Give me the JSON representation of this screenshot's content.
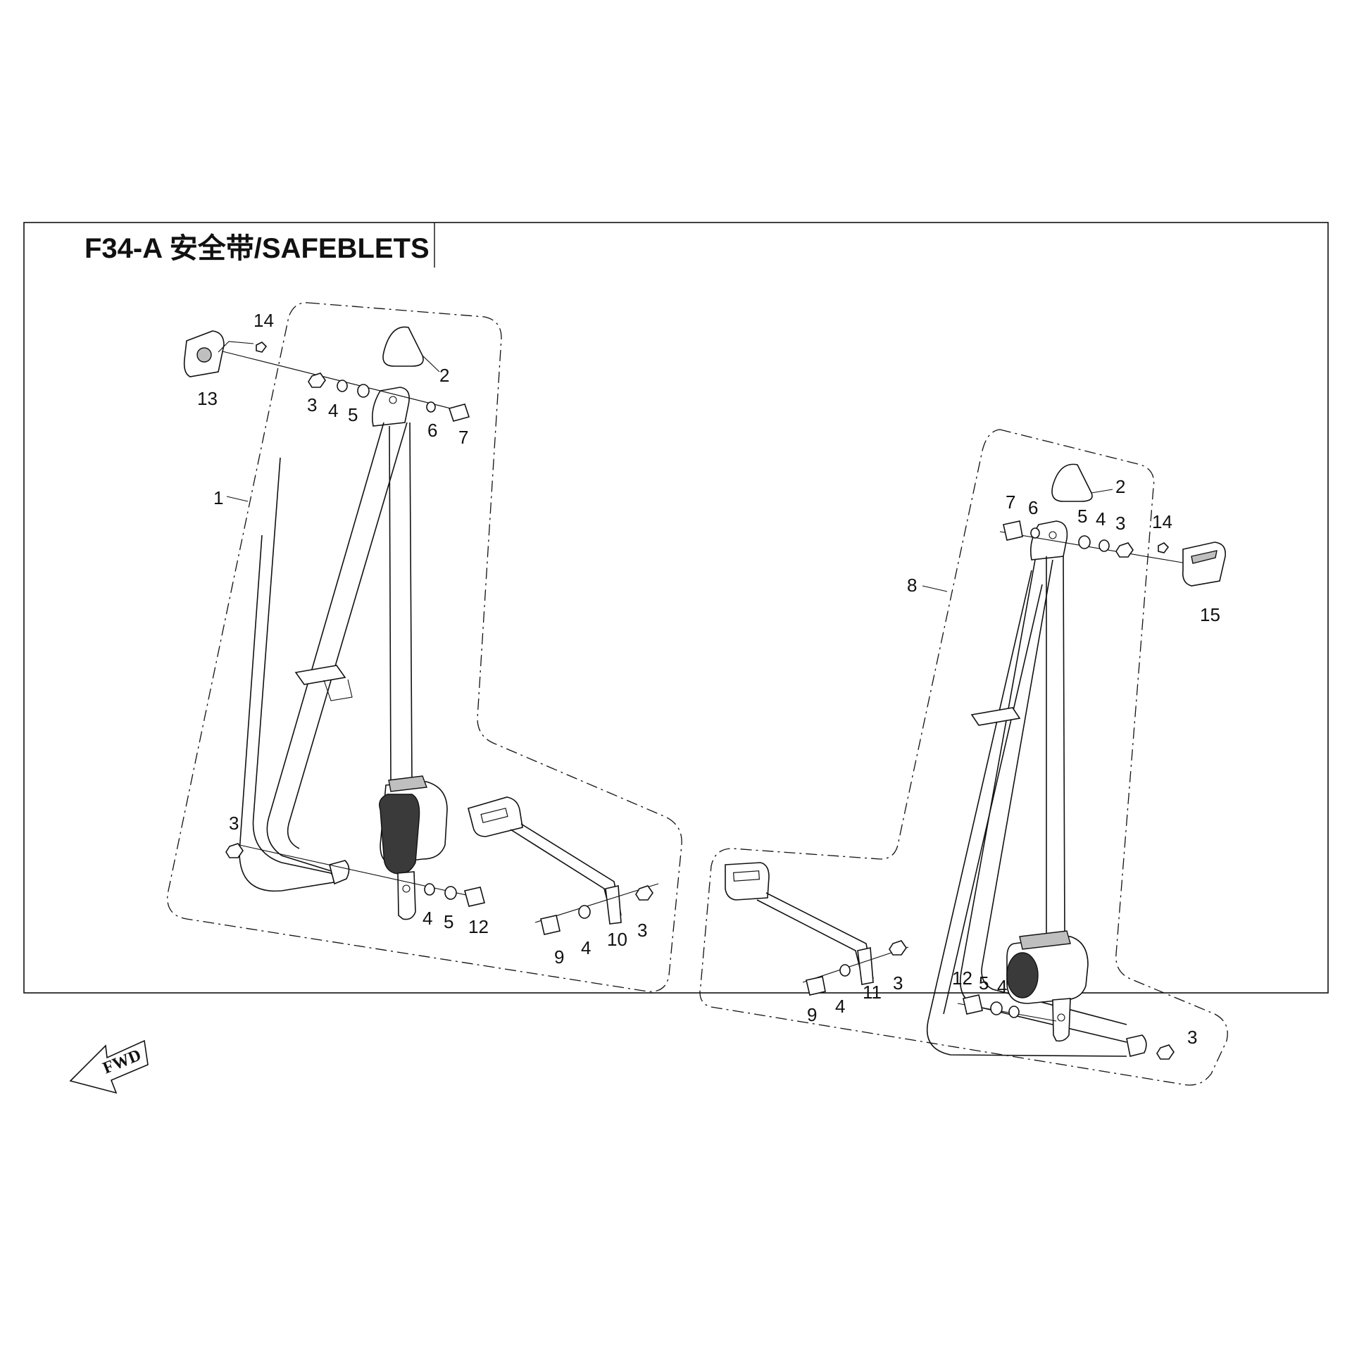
{
  "title": "F34-A 安全带/SAFEBLETS",
  "fwd_label": "FWD",
  "callouts": [
    {
      "id": "l1",
      "label": "1"
    },
    {
      "id": "l2",
      "label": "2"
    },
    {
      "id": "l3a",
      "label": "3"
    },
    {
      "id": "l4a",
      "label": "4"
    },
    {
      "id": "l5a",
      "label": "5"
    },
    {
      "id": "l6",
      "label": "6"
    },
    {
      "id": "l7",
      "label": "7"
    },
    {
      "id": "l13",
      "label": "13"
    },
    {
      "id": "l14",
      "label": "14"
    },
    {
      "id": "l3b",
      "label": "3"
    },
    {
      "id": "l4b",
      "label": "4"
    },
    {
      "id": "l5b",
      "label": "5"
    },
    {
      "id": "l12",
      "label": "12"
    },
    {
      "id": "l9",
      "label": "9"
    },
    {
      "id": "l4c",
      "label": "4"
    },
    {
      "id": "l10",
      "label": "10"
    },
    {
      "id": "l3c",
      "label": "3"
    },
    {
      "id": "r8",
      "label": "8"
    },
    {
      "id": "r2",
      "label": "2"
    },
    {
      "id": "r7",
      "label": "7"
    },
    {
      "id": "r6",
      "label": "6"
    },
    {
      "id": "r5",
      "label": "5"
    },
    {
      "id": "r4",
      "label": "4"
    },
    {
      "id": "r3",
      "label": "3"
    },
    {
      "id": "r14",
      "label": "14"
    },
    {
      "id": "r15",
      "label": "15"
    },
    {
      "id": "r9",
      "label": "9"
    },
    {
      "id": "r4b",
      "label": "4"
    },
    {
      "id": "r11",
      "label": "11"
    },
    {
      "id": "r3b",
      "label": "3"
    },
    {
      "id": "r12",
      "label": "12"
    },
    {
      "id": "r5b",
      "label": "5"
    },
    {
      "id": "r4c",
      "label": "4"
    },
    {
      "id": "r3c",
      "label": "3"
    }
  ]
}
